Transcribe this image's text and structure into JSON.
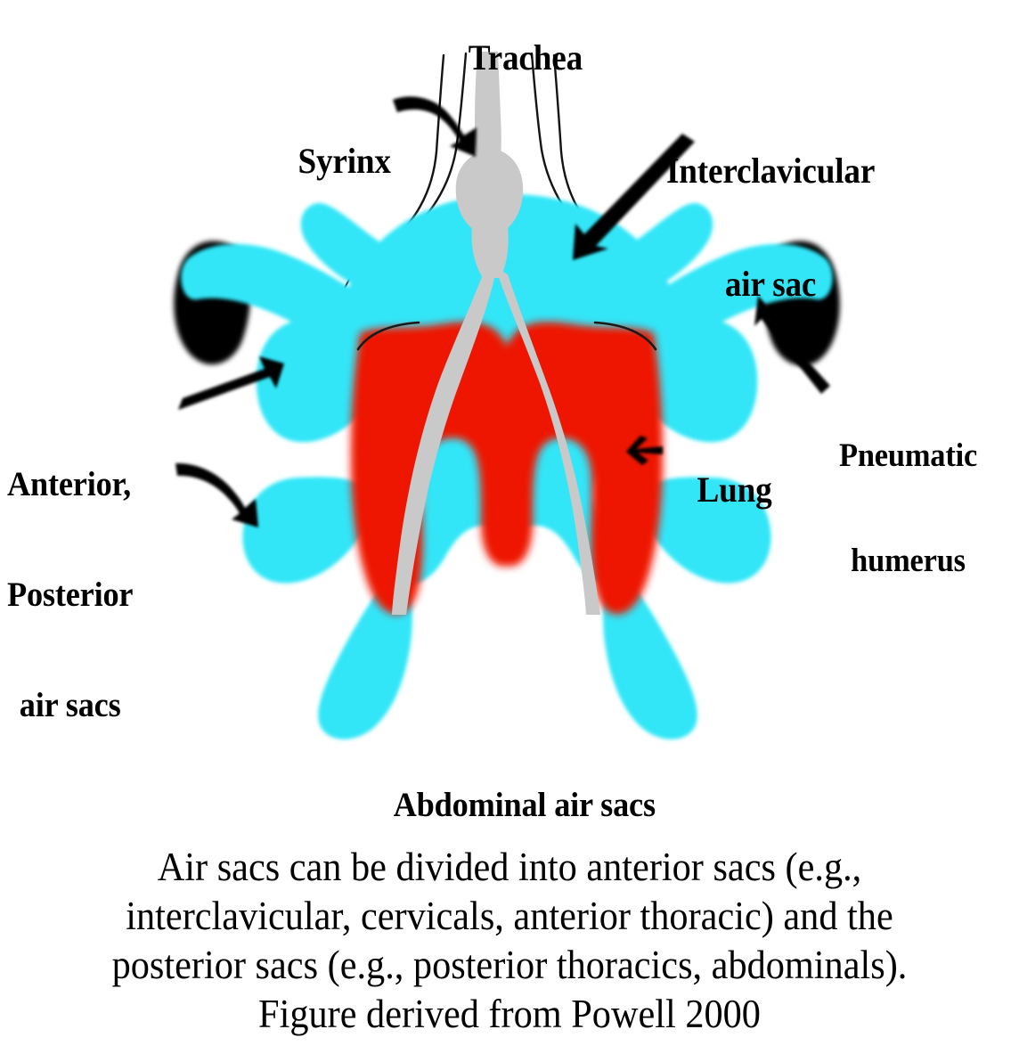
{
  "figure": {
    "title_label": "Trachea",
    "labels": {
      "trachea": "Trachea",
      "syrinx": "Syrinx",
      "interclavicular_line1": "Interclavicular",
      "interclavicular_line2": "air sac",
      "pneumatic_line1": "Pneumatic",
      "pneumatic_line2": "humerus",
      "lung": "Lung",
      "airsacs_line1": "Anterior,",
      "airsacs_line2": "Posterior",
      "airsacs_line3": "air sacs",
      "abdominal": "Abdominal air sacs"
    },
    "colors": {
      "air_sac_cyan": "#33E6F7",
      "lung_red": "#EE1500",
      "trachea_gray": "#C9C9C9",
      "bone_black": "#000000",
      "outline_black": "#111111",
      "background": "#FFFFFF"
    },
    "structures": [
      {
        "name": "trachea",
        "color": "#C9C9C9",
        "label": "Trachea"
      },
      {
        "name": "syrinx",
        "color": "#C9C9C9",
        "label": "Syrinx"
      },
      {
        "name": "interclavicular-air-sac",
        "color": "#33E6F7",
        "label": "Interclavicular air sac"
      },
      {
        "name": "pneumatic-humerus-left",
        "color": "#000000",
        "label": "Pneumatic humerus"
      },
      {
        "name": "pneumatic-humerus-right",
        "color": "#000000",
        "label": "Pneumatic humerus"
      },
      {
        "name": "lung-left",
        "color": "#EE1500",
        "label": "Lung"
      },
      {
        "name": "lung-right",
        "color": "#EE1500",
        "label": "Lung"
      },
      {
        "name": "anterior-air-sac-left",
        "color": "#33E6F7",
        "label": "Anterior air sac"
      },
      {
        "name": "anterior-air-sac-right",
        "color": "#33E6F7",
        "label": "Anterior air sac"
      },
      {
        "name": "posterior-air-sac-left",
        "color": "#33E6F7",
        "label": "Posterior air sac"
      },
      {
        "name": "posterior-air-sac-right",
        "color": "#33E6F7",
        "label": "Posterior air sac"
      },
      {
        "name": "abdominal-air-sac-left",
        "color": "#33E6F7",
        "label": "Abdominal air sacs"
      },
      {
        "name": "abdominal-air-sac-right",
        "color": "#33E6F7",
        "label": "Abdominal air sacs"
      }
    ]
  },
  "caption": {
    "line1": "Air sacs can be divided into anterior sacs (e.g.,",
    "line2": "interclavicular, cervicals, anterior thoracic) and the",
    "line3": "posterior sacs (e.g., posterior thoracics, abdominals).",
    "line4": "Figure derived from Powell 2000"
  }
}
